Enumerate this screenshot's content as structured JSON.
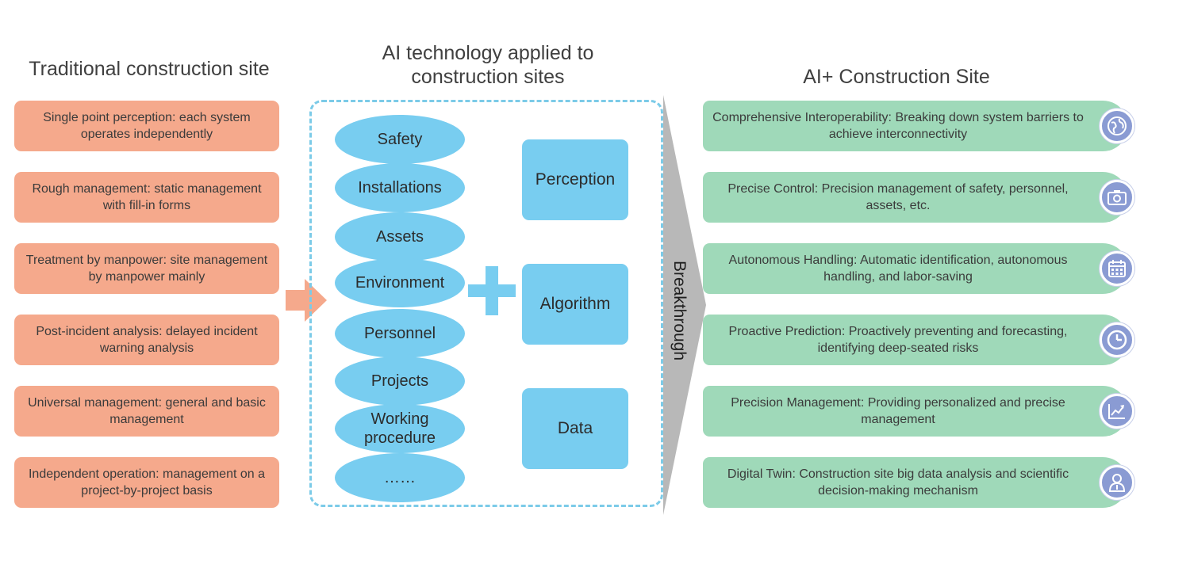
{
  "headings": {
    "left": "Traditional construction site",
    "middle": "AI technology applied to construction sites",
    "right": "AI+ Construction Site"
  },
  "traditional_items": [
    "Single point perception: each system operates independently",
    "Rough management: static management with fill-in forms",
    "Treatment by manpower: site management by manpower mainly",
    "Post-incident analysis: delayed incident warning analysis",
    "Universal management: general and basic management",
    "Independent operation: management on a project-by-project basis"
  ],
  "application_areas": [
    "Safety",
    "Installations",
    "Assets",
    "Environment",
    "Personnel",
    "Projects",
    "Working procedure",
    "……"
  ],
  "ai_capabilities": [
    "Perception",
    "Algorithm",
    "Data"
  ],
  "breakthrough_label": "Breakthrough",
  "ai_plus_items": [
    {
      "text": "Comprehensive Interoperability: Breaking down system barriers to achieve interconnectivity",
      "icon": "globe-icon"
    },
    {
      "text": "Precise Control: Precision management of safety, personnel, assets, etc.",
      "icon": "camera-icon"
    },
    {
      "text": "Autonomous Handling: Automatic identification, autonomous handling, and labor-saving",
      "icon": "calendar-icon"
    },
    {
      "text": "Proactive Prediction: Proactively preventing and forecasting, identifying deep-seated risks",
      "icon": "clock-icon"
    },
    {
      "text": "Precision Management: Providing personalized and precise management",
      "icon": "chart-icon"
    },
    {
      "text": "Digital Twin: Construction site big data analysis and scientific decision-making mechanism",
      "icon": "user-icon"
    }
  ],
  "colors": {
    "traditional": "#f5a98c",
    "ai_tech": "#78cdf0",
    "ai_plus": "#9fd9b9",
    "icon": "#8a9bd3",
    "chevron": "#b8b8b8"
  }
}
